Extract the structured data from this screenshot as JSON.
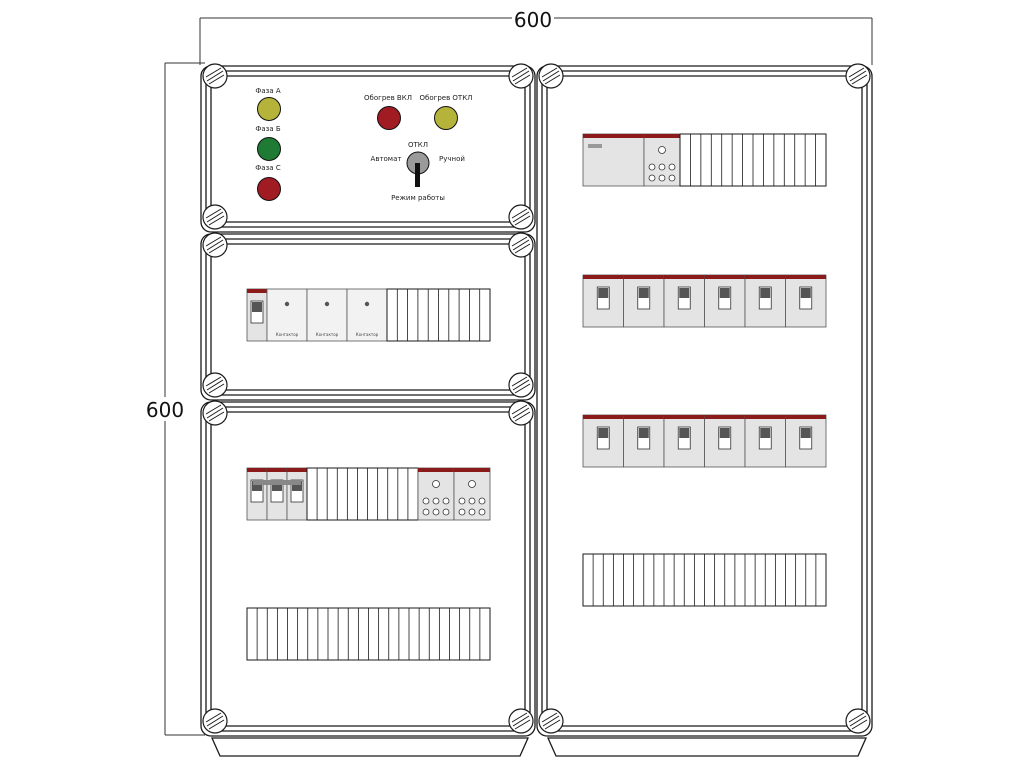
{
  "dimensions": {
    "width_label": "600",
    "height_label": "600"
  },
  "control_panel": {
    "lamps": [
      {
        "label": "Фаза А",
        "color": "#b5b33a"
      },
      {
        "label": "Фаза Б",
        "color": "#1f7a34"
      },
      {
        "label": "Фаза С",
        "color": "#a01b22"
      }
    ],
    "indicators": [
      {
        "label": "Обогрев ВКЛ",
        "color": "#a01b22"
      },
      {
        "label": "Обогрев ОТКЛ",
        "color": "#b5b33a"
      }
    ],
    "selector": {
      "top_label": "ОТКЛ",
      "left_label": "Автомат",
      "right_label": "Ручной",
      "caption": "Режим работы"
    }
  },
  "module_caption": "Контактор",
  "colors": {
    "frame": "#1a1a1a",
    "module_grey": "#e4e4e4",
    "module_cap": "#8b1a1a",
    "handle": "#555555"
  }
}
